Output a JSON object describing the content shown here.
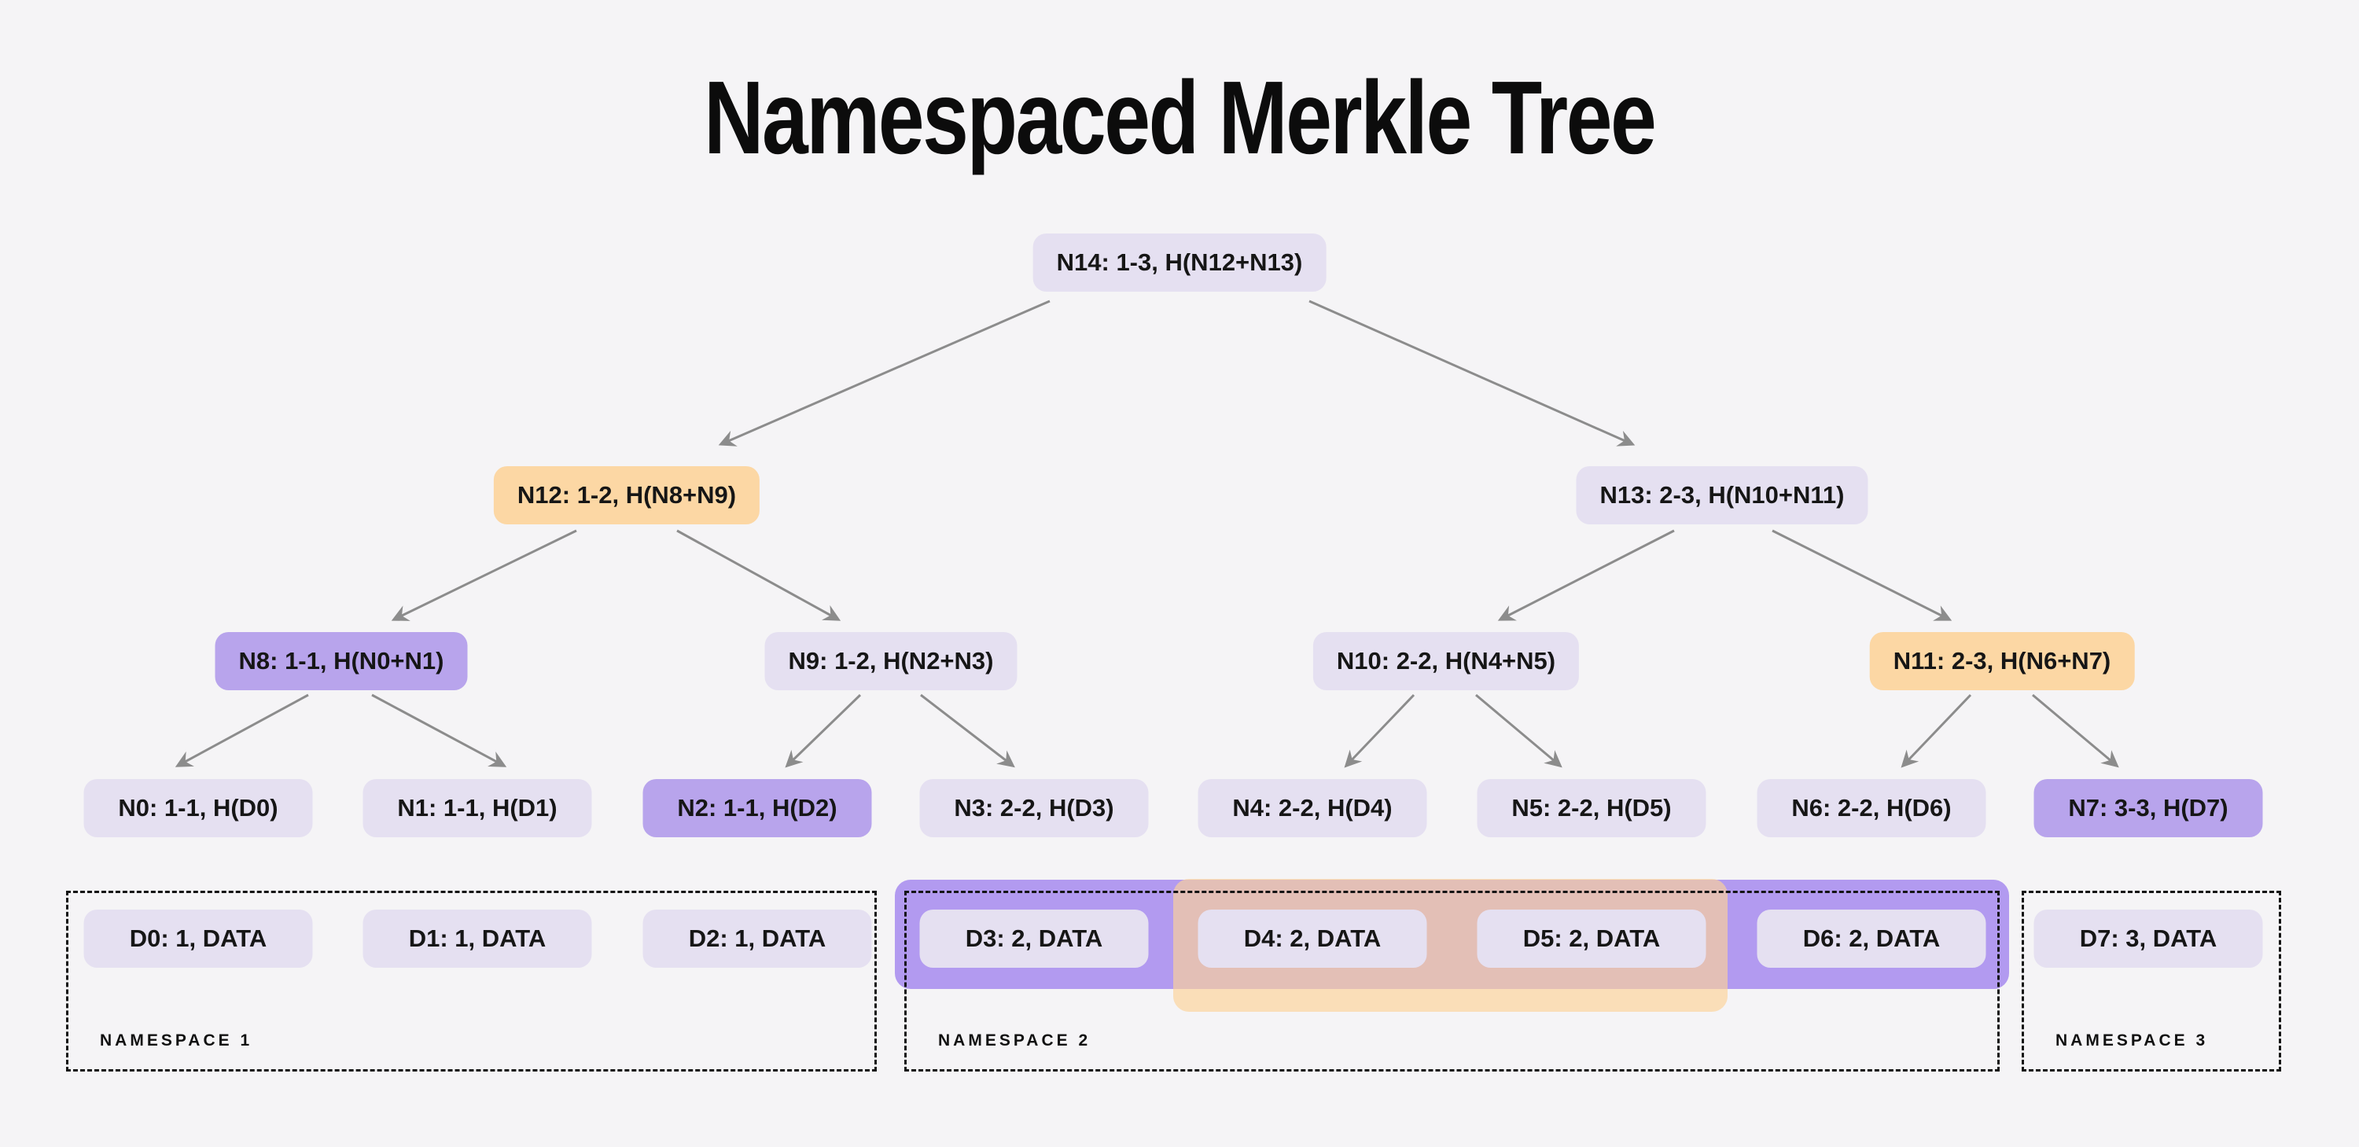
{
  "title": "Namespaced Merkle Tree",
  "colors": {
    "background": "#f5f4f6",
    "node_default": "#e5e0f1",
    "node_purple": "#b8a4ec",
    "node_orange": "#fcd7a4",
    "band_purple": "#b29af0",
    "band_orange": "#fcd39c",
    "arrow": "#8c8c8c",
    "dashed_border": "#141414",
    "text": "#161616"
  },
  "tree": {
    "nodes": [
      {
        "id": "N14",
        "label": "N14: 1-3, H(N12+N13)",
        "variant": "default"
      },
      {
        "id": "N12",
        "label": "N12: 1-2, H(N8+N9)",
        "variant": "orange"
      },
      {
        "id": "N13",
        "label": "N13: 2-3, H(N10+N11)",
        "variant": "default"
      },
      {
        "id": "N8",
        "label": "N8: 1-1, H(N0+N1)",
        "variant": "purple"
      },
      {
        "id": "N9",
        "label": "N9: 1-2, H(N2+N3)",
        "variant": "default"
      },
      {
        "id": "N10",
        "label": "N10: 2-2, H(N4+N5)",
        "variant": "default"
      },
      {
        "id": "N11",
        "label": "N11: 2-3, H(N6+N7)",
        "variant": "orange"
      },
      {
        "id": "N0",
        "label": "N0: 1-1, H(D0)",
        "variant": "default"
      },
      {
        "id": "N1",
        "label": "N1: 1-1, H(D1)",
        "variant": "default"
      },
      {
        "id": "N2",
        "label": "N2: 1-1, H(D2)",
        "variant": "purple"
      },
      {
        "id": "N3",
        "label": "N3: 2-2, H(D3)",
        "variant": "default"
      },
      {
        "id": "N4",
        "label": "N4: 2-2, H(D4)",
        "variant": "default"
      },
      {
        "id": "N5",
        "label": "N5: 2-2, H(D5)",
        "variant": "default"
      },
      {
        "id": "N6",
        "label": "N6: 2-2, H(D6)",
        "variant": "default"
      },
      {
        "id": "N7",
        "label": "N7: 3-3, H(D7)",
        "variant": "purple"
      }
    ],
    "edges": [
      [
        "N14",
        "N12"
      ],
      [
        "N14",
        "N13"
      ],
      [
        "N12",
        "N8"
      ],
      [
        "N12",
        "N9"
      ],
      [
        "N13",
        "N10"
      ],
      [
        "N13",
        "N11"
      ],
      [
        "N8",
        "N0"
      ],
      [
        "N8",
        "N1"
      ],
      [
        "N9",
        "N2"
      ],
      [
        "N9",
        "N3"
      ],
      [
        "N10",
        "N4"
      ],
      [
        "N10",
        "N5"
      ],
      [
        "N11",
        "N6"
      ],
      [
        "N11",
        "N7"
      ]
    ]
  },
  "data_row": [
    {
      "id": "D0",
      "label": "D0: 1, DATA"
    },
    {
      "id": "D1",
      "label": "D1: 1, DATA"
    },
    {
      "id": "D2",
      "label": "D2: 1, DATA"
    },
    {
      "id": "D3",
      "label": "D3: 2, DATA"
    },
    {
      "id": "D4",
      "label": "D4: 2, DATA"
    },
    {
      "id": "D5",
      "label": "D5: 2, DATA"
    },
    {
      "id": "D6",
      "label": "D6: 2, DATA"
    },
    {
      "id": "D7",
      "label": "D7: 3, DATA"
    }
  ],
  "namespaces": [
    {
      "label": "NAMESPACE 1",
      "covers": "D0–D2"
    },
    {
      "label": "NAMESPACE 2",
      "covers": "D3–D6"
    },
    {
      "label": "NAMESPACE 3",
      "covers": "D7"
    }
  ],
  "bands": [
    {
      "name": "purple-range-band",
      "color": "#b29af0",
      "covers": "D3–D6"
    },
    {
      "name": "orange-range-band",
      "color": "#fcd39c",
      "covers": "D4–D5"
    }
  ]
}
